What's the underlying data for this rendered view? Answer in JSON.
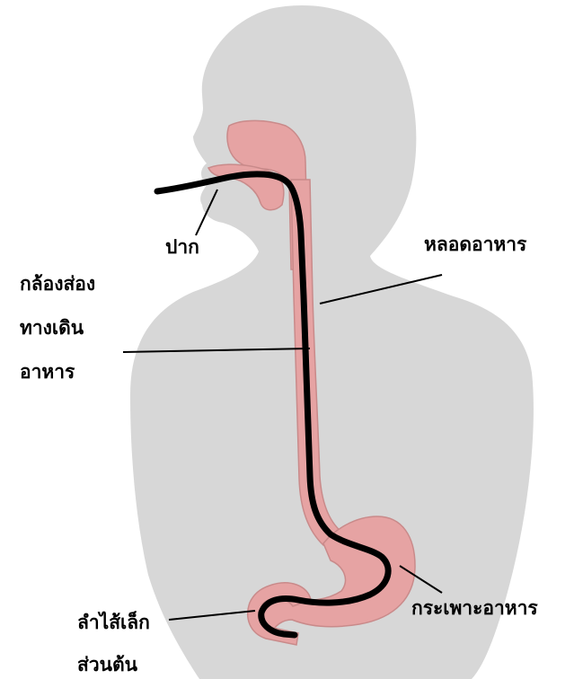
{
  "labels": {
    "mouth": "ปาก",
    "esophagus": "หลอดอาหาร",
    "endoscope_line1": "กล้องส่อง",
    "endoscope_line2": "ทางเดิน",
    "endoscope_line3": "อาหาร",
    "stomach": "กระเพาะอาหาร",
    "duodenum_line1": "ลำไส้เล็ก",
    "duodenum_line2": "ส่วนต้น"
  },
  "colors": {
    "body_silhouette": "#d7d7d7",
    "organ_fill": "#e6a3a3",
    "organ_outline": "#c98a8a",
    "endoscope": "#000000",
    "leader_line": "#000000"
  }
}
